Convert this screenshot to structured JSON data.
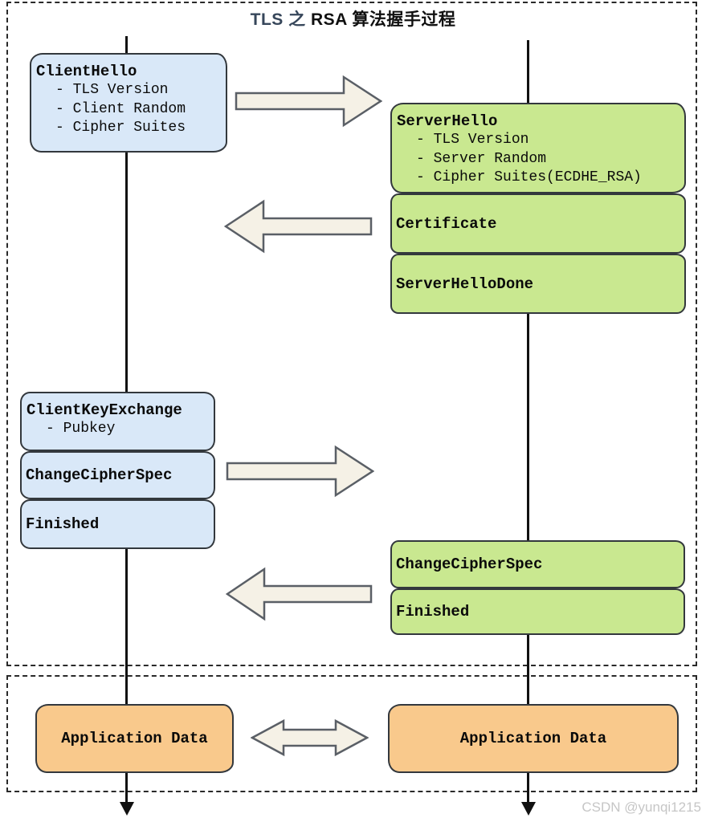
{
  "title": {
    "part1": "TLS 之",
    "part2": " RSA 算法握手过程"
  },
  "watermark": "CSDN @yunqi1215",
  "colors": {
    "client_box_fill": "#d9e8f8",
    "server_box_fill": "#c9e890",
    "app_box_fill": "#f9c98c",
    "arrow_fill": "#f5f1e6",
    "arrow_stroke": "#5a5f66",
    "box_border": "#33383d",
    "lifeline": "#111111",
    "dashed_border": "#2a2a2a",
    "title_accent": "#36465a",
    "watermark_color": "#c6c6c6"
  },
  "client": {
    "client_hello": {
      "title": "ClientHello",
      "items": [
        "- TLS Version",
        "- Client Random",
        "- Cipher Suites"
      ]
    },
    "client_key_exchange": {
      "title": "ClientKeyExchange",
      "items": [
        "- Pubkey"
      ]
    },
    "change_cipher_spec": {
      "title": "ChangeCipherSpec"
    },
    "finished": {
      "title": "Finished"
    },
    "application_data": {
      "title": "Application Data"
    }
  },
  "server": {
    "server_hello": {
      "title": "ServerHello",
      "items": [
        "- TLS Version",
        "- Server Random",
        "- Cipher Suites(ECDHE_RSA)"
      ]
    },
    "certificate": {
      "title": "Certificate"
    },
    "server_hello_done": {
      "title": "ServerHelloDone"
    },
    "change_cipher_spec": {
      "title": "ChangeCipherSpec"
    },
    "finished": {
      "title": "Finished"
    },
    "application_data": {
      "title": "Application Data"
    }
  }
}
